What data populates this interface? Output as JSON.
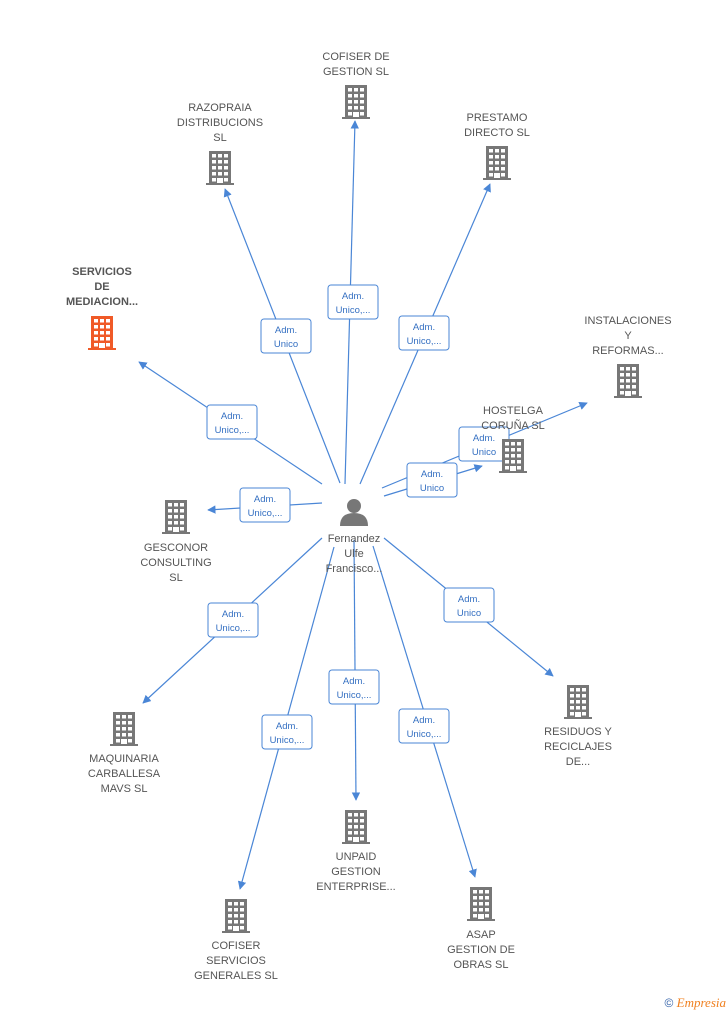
{
  "center": {
    "label_lines": [
      "Fernandez",
      "Ulfe",
      "Francisco..."
    ]
  },
  "nodes": [
    {
      "id": "cofiser-gestion",
      "label_lines": [
        "COFISER DE",
        "GESTION  SL"
      ],
      "highlight": false
    },
    {
      "id": "razopraia",
      "label_lines": [
        "RAZOPRAIA",
        "DISTRIBUCIONS",
        "SL"
      ],
      "highlight": false
    },
    {
      "id": "prestamo-directo",
      "label_lines": [
        "PRESTAMO",
        "DIRECTO  SL"
      ],
      "highlight": false
    },
    {
      "id": "servicios-mediacion",
      "label_lines": [
        "SERVICIOS",
        "DE",
        "MEDIACION..."
      ],
      "highlight": true
    },
    {
      "id": "instalaciones-reformas",
      "label_lines": [
        "INSTALACIONES",
        "Y",
        "REFORMAS..."
      ],
      "highlight": false
    },
    {
      "id": "hostelga",
      "label_lines": [
        "HOSTELGA",
        "CORUÑA SL"
      ],
      "highlight": false
    },
    {
      "id": "gesconor",
      "label_lines": [
        "GESCONOR",
        "CONSULTING",
        "SL"
      ],
      "highlight": false
    },
    {
      "id": "residuos",
      "label_lines": [
        "RESIDUOS Y",
        "RECICLAJES",
        "DE..."
      ],
      "highlight": false
    },
    {
      "id": "maquinaria",
      "label_lines": [
        "MAQUINARIA",
        "CARBALLESA",
        "MAVS  SL"
      ],
      "highlight": false
    },
    {
      "id": "unpaid",
      "label_lines": [
        "UNPAID",
        "GESTION",
        "ENTERPRISE..."
      ],
      "highlight": false
    },
    {
      "id": "asap",
      "label_lines": [
        "ASAP",
        "GESTION DE",
        "OBRAS  SL"
      ],
      "highlight": false
    },
    {
      "id": "cofiser-servicios",
      "label_lines": [
        "COFISER",
        "SERVICIOS",
        "GENERALES  SL"
      ],
      "highlight": false
    }
  ],
  "edges": [
    {
      "target": "cofiser-gestion",
      "tag_lines": [
        "Adm.",
        "Unico,..."
      ]
    },
    {
      "target": "razopraia",
      "tag_lines": [
        "Adm.",
        "Unico"
      ]
    },
    {
      "target": "prestamo-directo",
      "tag_lines": [
        "Adm.",
        "Unico,..."
      ]
    },
    {
      "target": "servicios-mediacion",
      "tag_lines": [
        "Adm.",
        "Unico,..."
      ]
    },
    {
      "target": "instalaciones-reformas",
      "tag_lines": [
        "Adm.",
        "Unico"
      ]
    },
    {
      "target": "hostelga",
      "tag_lines": [
        "Adm.",
        "Unico"
      ]
    },
    {
      "target": "gesconor",
      "tag_lines": [
        "Adm.",
        "Unico,..."
      ]
    },
    {
      "target": "residuos",
      "tag_lines": [
        "Adm.",
        "Unico"
      ]
    },
    {
      "target": "maquinaria",
      "tag_lines": [
        "Adm.",
        "Unico,..."
      ]
    },
    {
      "target": "unpaid",
      "tag_lines": [
        "Adm.",
        "Unico,..."
      ]
    },
    {
      "target": "asap",
      "tag_lines": [
        "Adm.",
        "Unico,..."
      ]
    },
    {
      "target": "cofiser-servicios",
      "tag_lines": [
        "Adm.",
        "Unico,..."
      ]
    }
  ],
  "colors": {
    "edge": "#4a86d6",
    "building": "#777777",
    "highlight": "#f05a28"
  },
  "footer": {
    "copyright": "©",
    "brand": "Empresia"
  }
}
